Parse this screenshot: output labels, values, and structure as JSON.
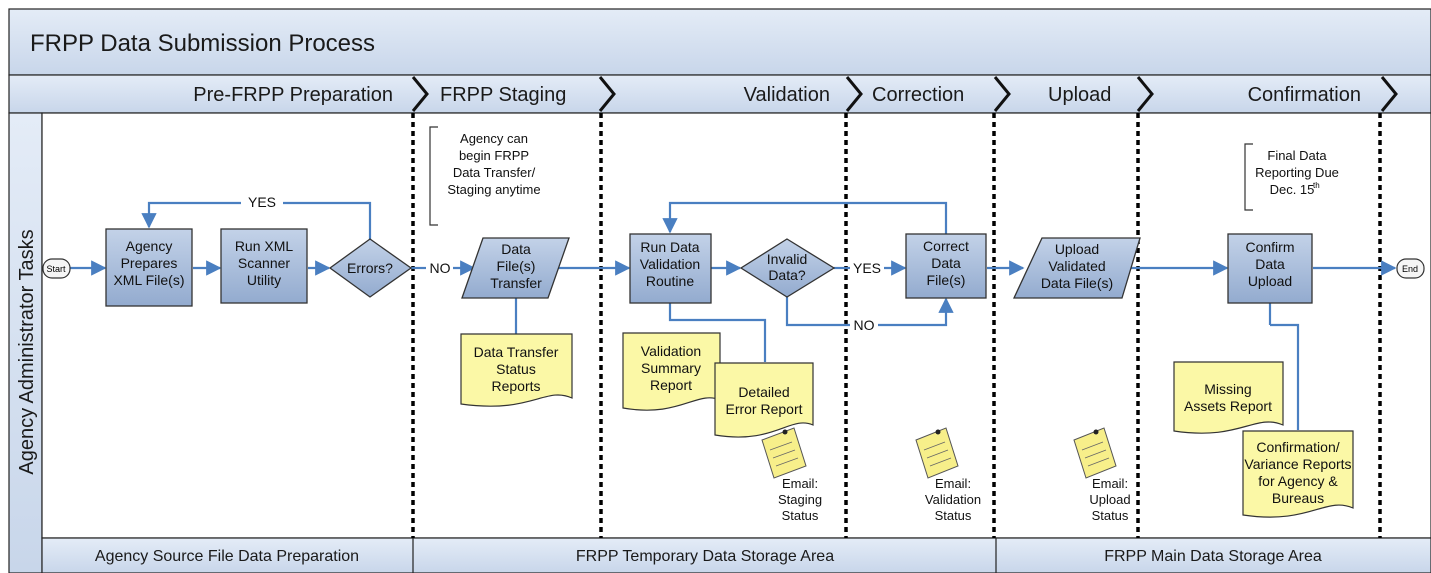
{
  "title": "FRPP Data Submission Process",
  "lane_label": "Agency Administrator Tasks",
  "phases": {
    "prep": "Pre-FRPP Preparation",
    "staging": "FRPP Staging",
    "validation": "Validation",
    "correction": "Correction",
    "upload": "Upload",
    "confirmation": "Confirmation"
  },
  "terminals": {
    "start": "Start",
    "end": "End"
  },
  "steps": {
    "prepare_xml": [
      "Agency",
      "Prepares",
      "XML File(s)"
    ],
    "run_scanner": [
      "Run XML",
      "Scanner",
      "Utility"
    ],
    "errors_decision": [
      "Errors?"
    ],
    "transfer": [
      "Data",
      "File(s)",
      "Transfer"
    ],
    "run_validation": [
      "Run Data",
      "Validation",
      "Routine"
    ],
    "invalid_decision": [
      "Invalid",
      "Data?"
    ],
    "correct_files": [
      "Correct",
      "Data",
      "File(s)"
    ],
    "upload_files": [
      "Upload",
      "Validated",
      "Data File(s)"
    ],
    "confirm_upload": [
      "Confirm",
      "Data",
      "Upload"
    ]
  },
  "edge_labels": {
    "yes_top": "YES",
    "no_staging": "NO",
    "yes_correct": "YES",
    "no_bottom": "NO"
  },
  "reports": {
    "transfer_status": [
      "Data Transfer",
      "Status",
      "Reports"
    ],
    "validation_summary": [
      "Validation",
      "Summary",
      "Report"
    ],
    "detailed_error": [
      "Detailed",
      "Error Report"
    ],
    "missing_assets": [
      "Missing",
      "Assets Report"
    ],
    "confirmation_variance": [
      "Confirmation/",
      "Variance Reports",
      "for Agency &",
      "Bureaus"
    ]
  },
  "emails": {
    "staging": [
      "Email:",
      "Staging",
      "Status"
    ],
    "validation": [
      "Email:",
      "Validation",
      "Status"
    ],
    "upload": [
      "Email:",
      "Upload",
      "Status"
    ]
  },
  "annotations": {
    "staging_note": [
      "Agency can",
      "begin FRPP",
      "Data Transfer/",
      "Staging anytime"
    ],
    "deadline_note": [
      "Final Data",
      "Reporting Due",
      "Dec. 15"
    ],
    "deadline_sup": "th"
  },
  "storage_areas": {
    "agency": "Agency Source File Data Preparation",
    "temporary": "FRPP Temporary Data Storage Area",
    "main": "FRPP Main Data Storage Area"
  },
  "colors": {
    "header_fill": "#dbe5f3",
    "shape_fill": "#a9bcd9",
    "document_fill": "#fbf8a6",
    "flow_line": "#4a7fc1"
  }
}
